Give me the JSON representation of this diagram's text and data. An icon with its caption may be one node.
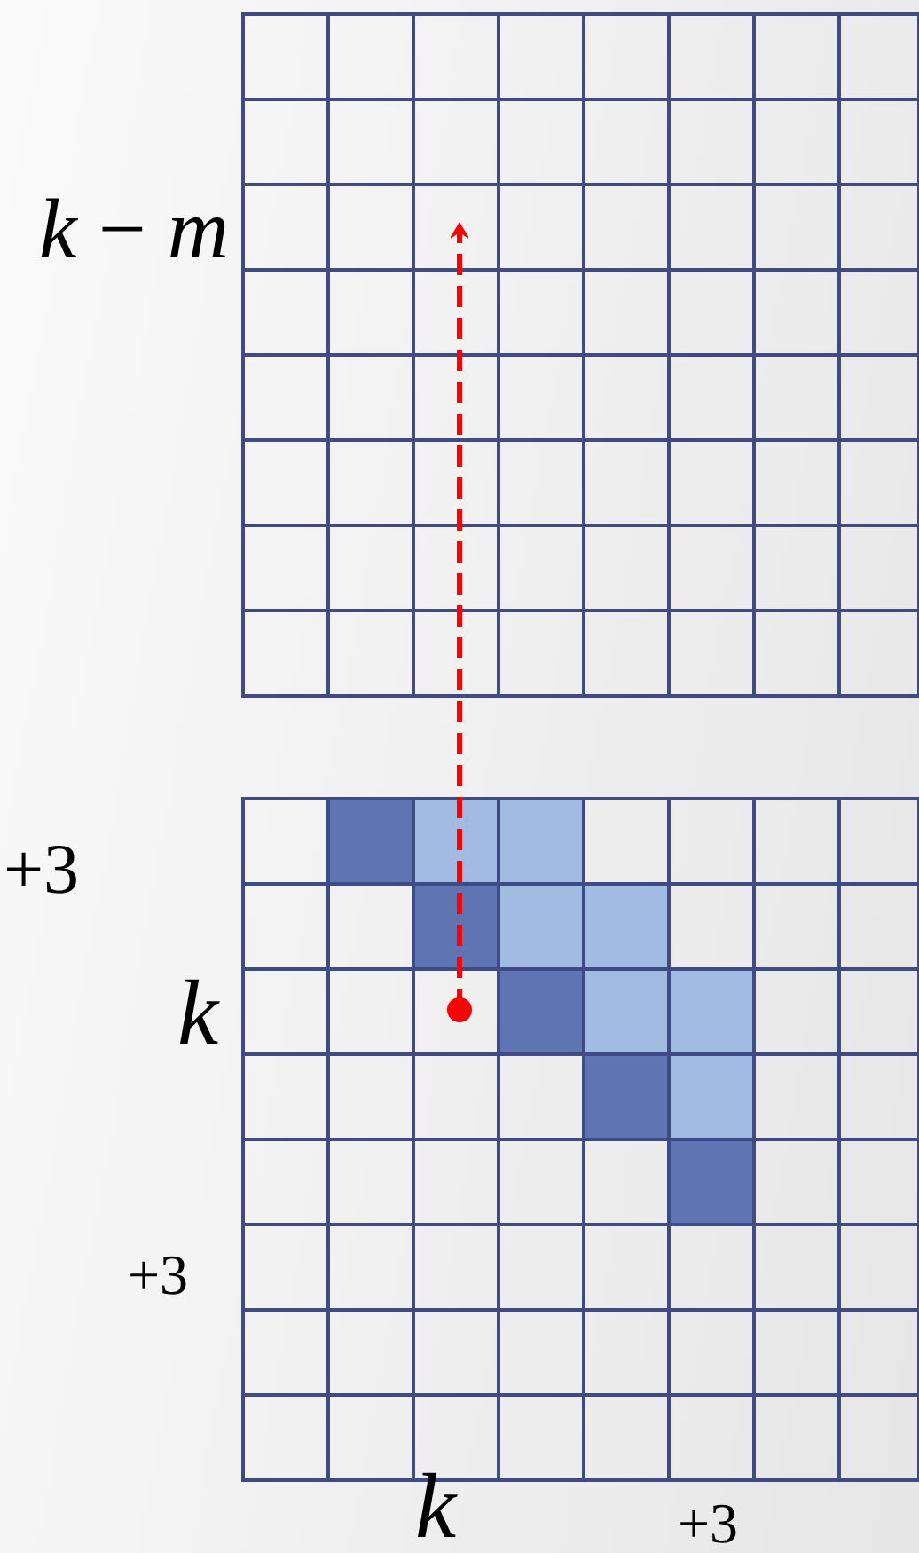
{
  "diagram": {
    "labels": [
      "*k* − *m*",
      "+3",
      "k",
      "+3",
      "k",
      "+3"
    ]
  }
}
